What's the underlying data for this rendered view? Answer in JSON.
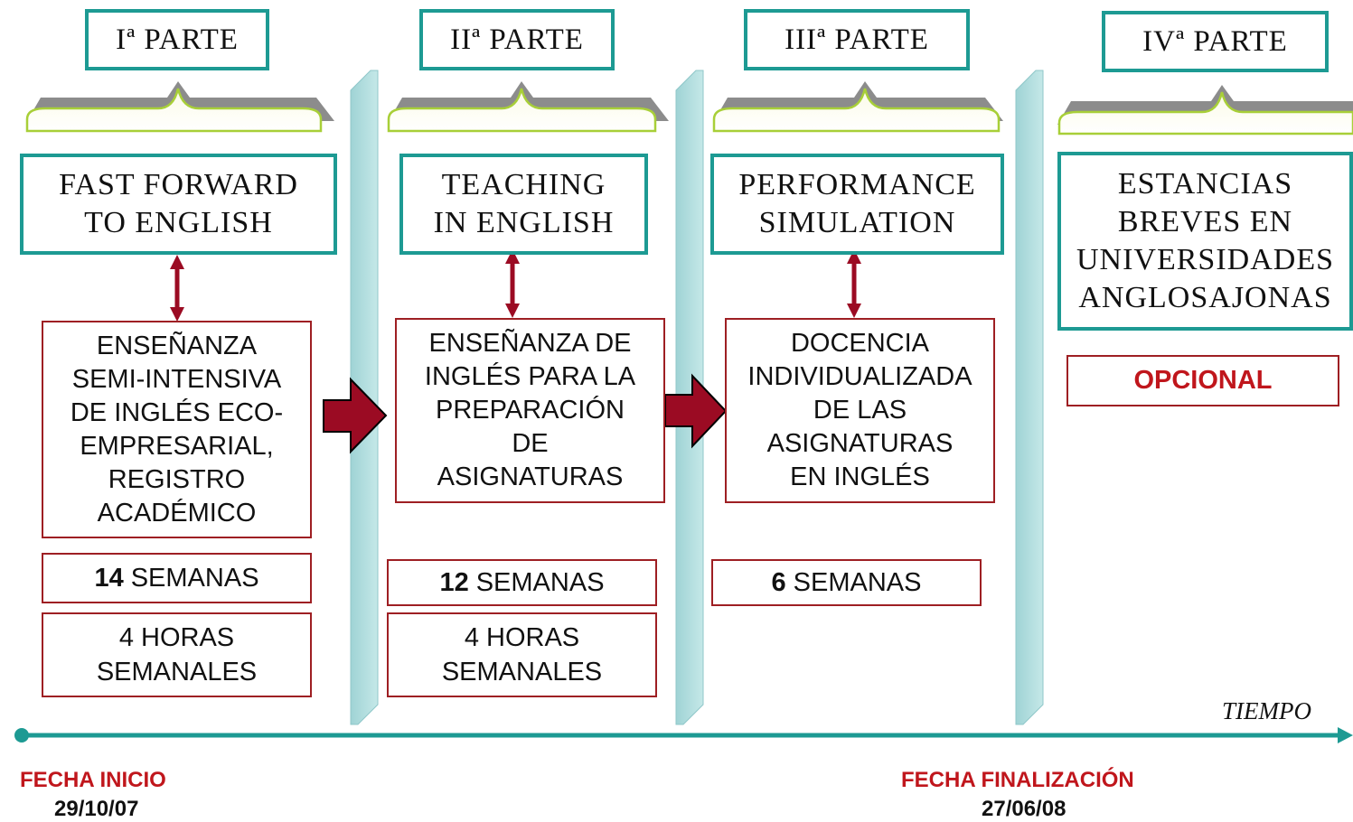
{
  "parts": [
    {
      "label": "Iª PARTE",
      "title": "FAST FORWARD\nTO ENGLISH",
      "description": "ENSEÑANZA\nSEMI-INTENSIVA\nDE INGLÉS ECO-\nEMPRESARIAL,\nREGISTRO\nACADÉMICO",
      "weeks_number": "14",
      "weeks_label": "SEMANAS",
      "hours": "4 HORAS\nSEMANALES"
    },
    {
      "label": "IIª PARTE",
      "title": "TEACHING\nIN ENGLISH",
      "description": "ENSEÑANZA DE\nINGLÉS PARA LA\nPREPARACIÓN\nDE\nASIGNATURAS",
      "weeks_number": "12",
      "weeks_label": "SEMANAS",
      "hours": "4 HORAS\nSEMANALES"
    },
    {
      "label": "IIIª PARTE",
      "title": "PERFORMANCE\nSIMULATION",
      "description": "DOCENCIA\nINDIVIDUALIZADA\nDE LAS\nASIGNATURAS\nEN INGLÉS",
      "weeks_number": "6",
      "weeks_label": "SEMANAS"
    },
    {
      "label": "IVª PARTE",
      "title": "ESTANCIAS\nBREVES EN\nUNIVERSIDADES\nANGLOSAJONAS",
      "note": "OPCIONAL"
    }
  ],
  "timeline": {
    "axis_label": "TIEMPO",
    "start_label": "FECHA INICIO",
    "start_date": "29/10/07",
    "end_label": "FECHA FINALIZACIÓN",
    "end_date": "27/06/08"
  },
  "colors": {
    "teal": "#1d9a93",
    "dark_red": "#9e1f23",
    "arrow_red": "#9b0b23",
    "bright_red": "#c0161c",
    "divider": "#b4dfe0",
    "brace_green": "#a8cf38",
    "brace_gray": "#8c8c8c"
  }
}
